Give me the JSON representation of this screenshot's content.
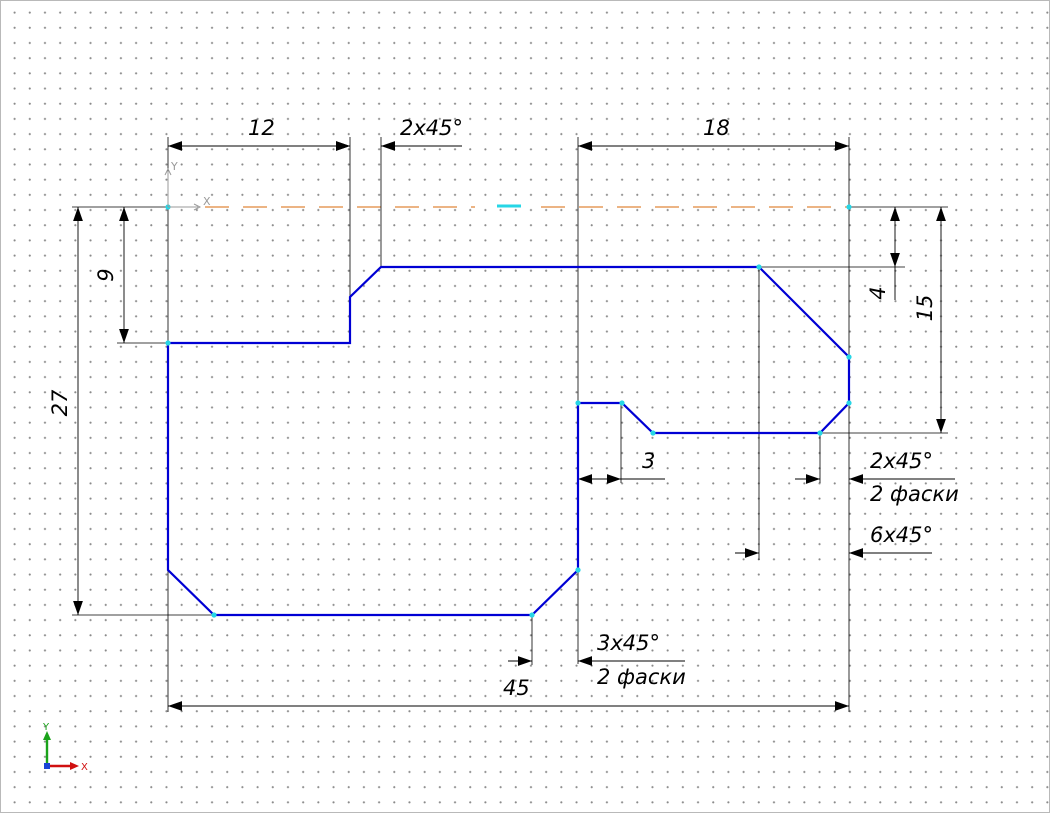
{
  "colors": {
    "contour": "#0000d4",
    "axis_line": "#e0883a",
    "points": "#26d6e6",
    "dimensions": "#000000"
  },
  "local_axes": {
    "x_label": "X",
    "y_label": "Y"
  },
  "global_axes": {
    "x_label": "X",
    "y_label": "Y"
  },
  "dimensions": {
    "length_12": "12",
    "chamfer_top": "2x45°",
    "length_18": "18",
    "height_9": "9",
    "height_27": "27",
    "height_4": "4",
    "height_15": "15",
    "width_3": "3",
    "chamfer_right_2": "2x45°",
    "chamfer_right_2_note": "2 фаски",
    "chamfer_right_6": "6x45°",
    "chamfer_bottom_3": "3x45°",
    "chamfer_bottom_3_note": "2 фаски",
    "total_45": "45"
  }
}
